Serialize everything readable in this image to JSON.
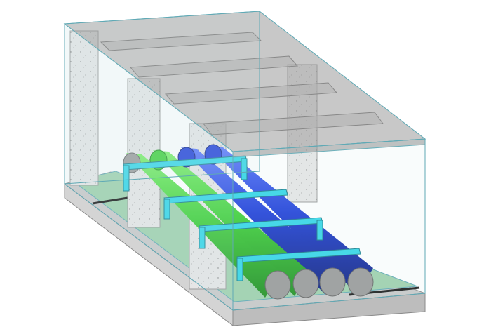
{
  "colors": {
    "background": "#ffffff",
    "glass_fill": "#9a9a9a",
    "glass_edge": "#5fa9b5",
    "concrete": "#d9d9d9",
    "concrete_dark": "#a9a9a9",
    "floor_green": "#9fd1ae",
    "floor_green_dark": "#7ab892",
    "pipe_green": "#3fd13a",
    "pipe_blue": "#1f3fd9",
    "pipe_end": "#9a9a9a",
    "support_cyan": "#35d6e8",
    "drain_black": "#1a1a1a"
  },
  "pipes": [
    {
      "id": "pipe-1",
      "color": "pipe_green"
    },
    {
      "id": "pipe-2",
      "color": "pipe_green"
    },
    {
      "id": "pipe-3",
      "color": "pipe_blue"
    },
    {
      "id": "pipe-4",
      "color": "pipe_blue"
    }
  ],
  "supports": 4,
  "columns": 4
}
